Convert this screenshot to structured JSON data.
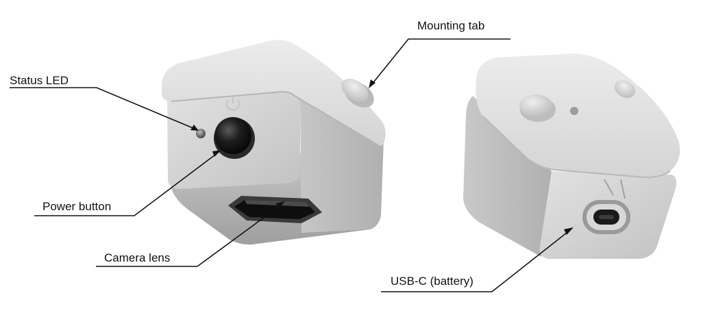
{
  "callouts": {
    "status_led": "Status LED",
    "power_button": "Power button",
    "camera_lens": "Camera lens",
    "mounting_tab": "Mounting tab",
    "usb_c": "USB-C (battery)"
  },
  "colors": {
    "housing_light": "#e3e3e3",
    "housing_mid": "#cdcdcd",
    "housing_dark": "#a9a9a9",
    "button_black": "#151515",
    "leader_line": "#111111"
  },
  "icons": {
    "power_symbol": "power-icon"
  }
}
